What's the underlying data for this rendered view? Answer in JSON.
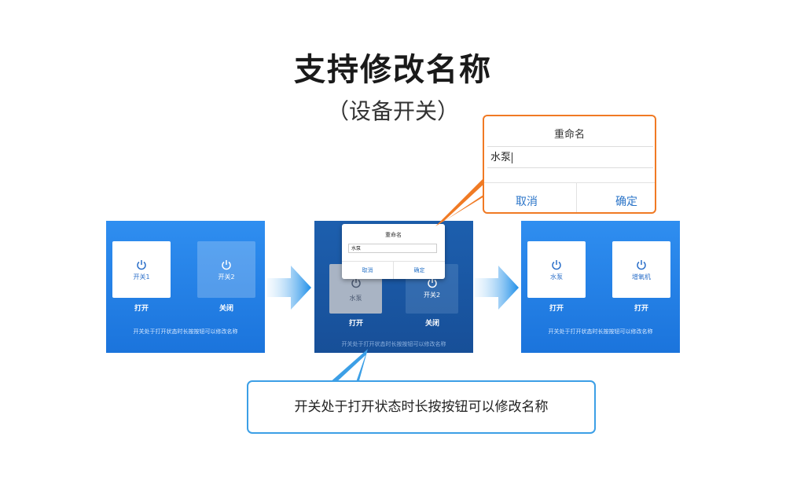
{
  "header": {
    "title": "支持修改名称",
    "subtitle": "（设备开关）"
  },
  "panel1": {
    "tiles": [
      {
        "name": "开关1",
        "state": "打开"
      },
      {
        "name": "开关2",
        "state": "关闭"
      }
    ],
    "hint": "开关处于打开状态时长按按钮可以修改名称"
  },
  "panel2": {
    "tiles": [
      {
        "name": "水泵",
        "state": "打开"
      },
      {
        "name": "开关2",
        "state": "关闭"
      }
    ],
    "hint": "开关处于打开状态时长按按钮可以修改名称",
    "dialog": {
      "title": "重命名",
      "input_value": "水泵",
      "cancel_label": "取消",
      "confirm_label": "确定"
    }
  },
  "panel3": {
    "tiles": [
      {
        "name": "水泵",
        "state": "打开"
      },
      {
        "name": "增氧机",
        "state": "打开"
      }
    ],
    "hint": "开关处于打开状态时长按按钮可以修改名称"
  },
  "zoom_dialog": {
    "title": "重命名",
    "input_value": "水泵",
    "cancel_label": "取消",
    "confirm_label": "确定"
  },
  "callout": {
    "text": "开关处于打开状态时长按按钮可以修改名称"
  },
  "colors": {
    "panel_blue": "#2f8ef0",
    "dim_blue": "#1d5fae",
    "accent_orange": "#f07a24",
    "callout_blue": "#3c9fe6",
    "button_blue": "#2a74c8"
  },
  "icons": [
    "power-icon",
    "arrow-right-icon"
  ]
}
